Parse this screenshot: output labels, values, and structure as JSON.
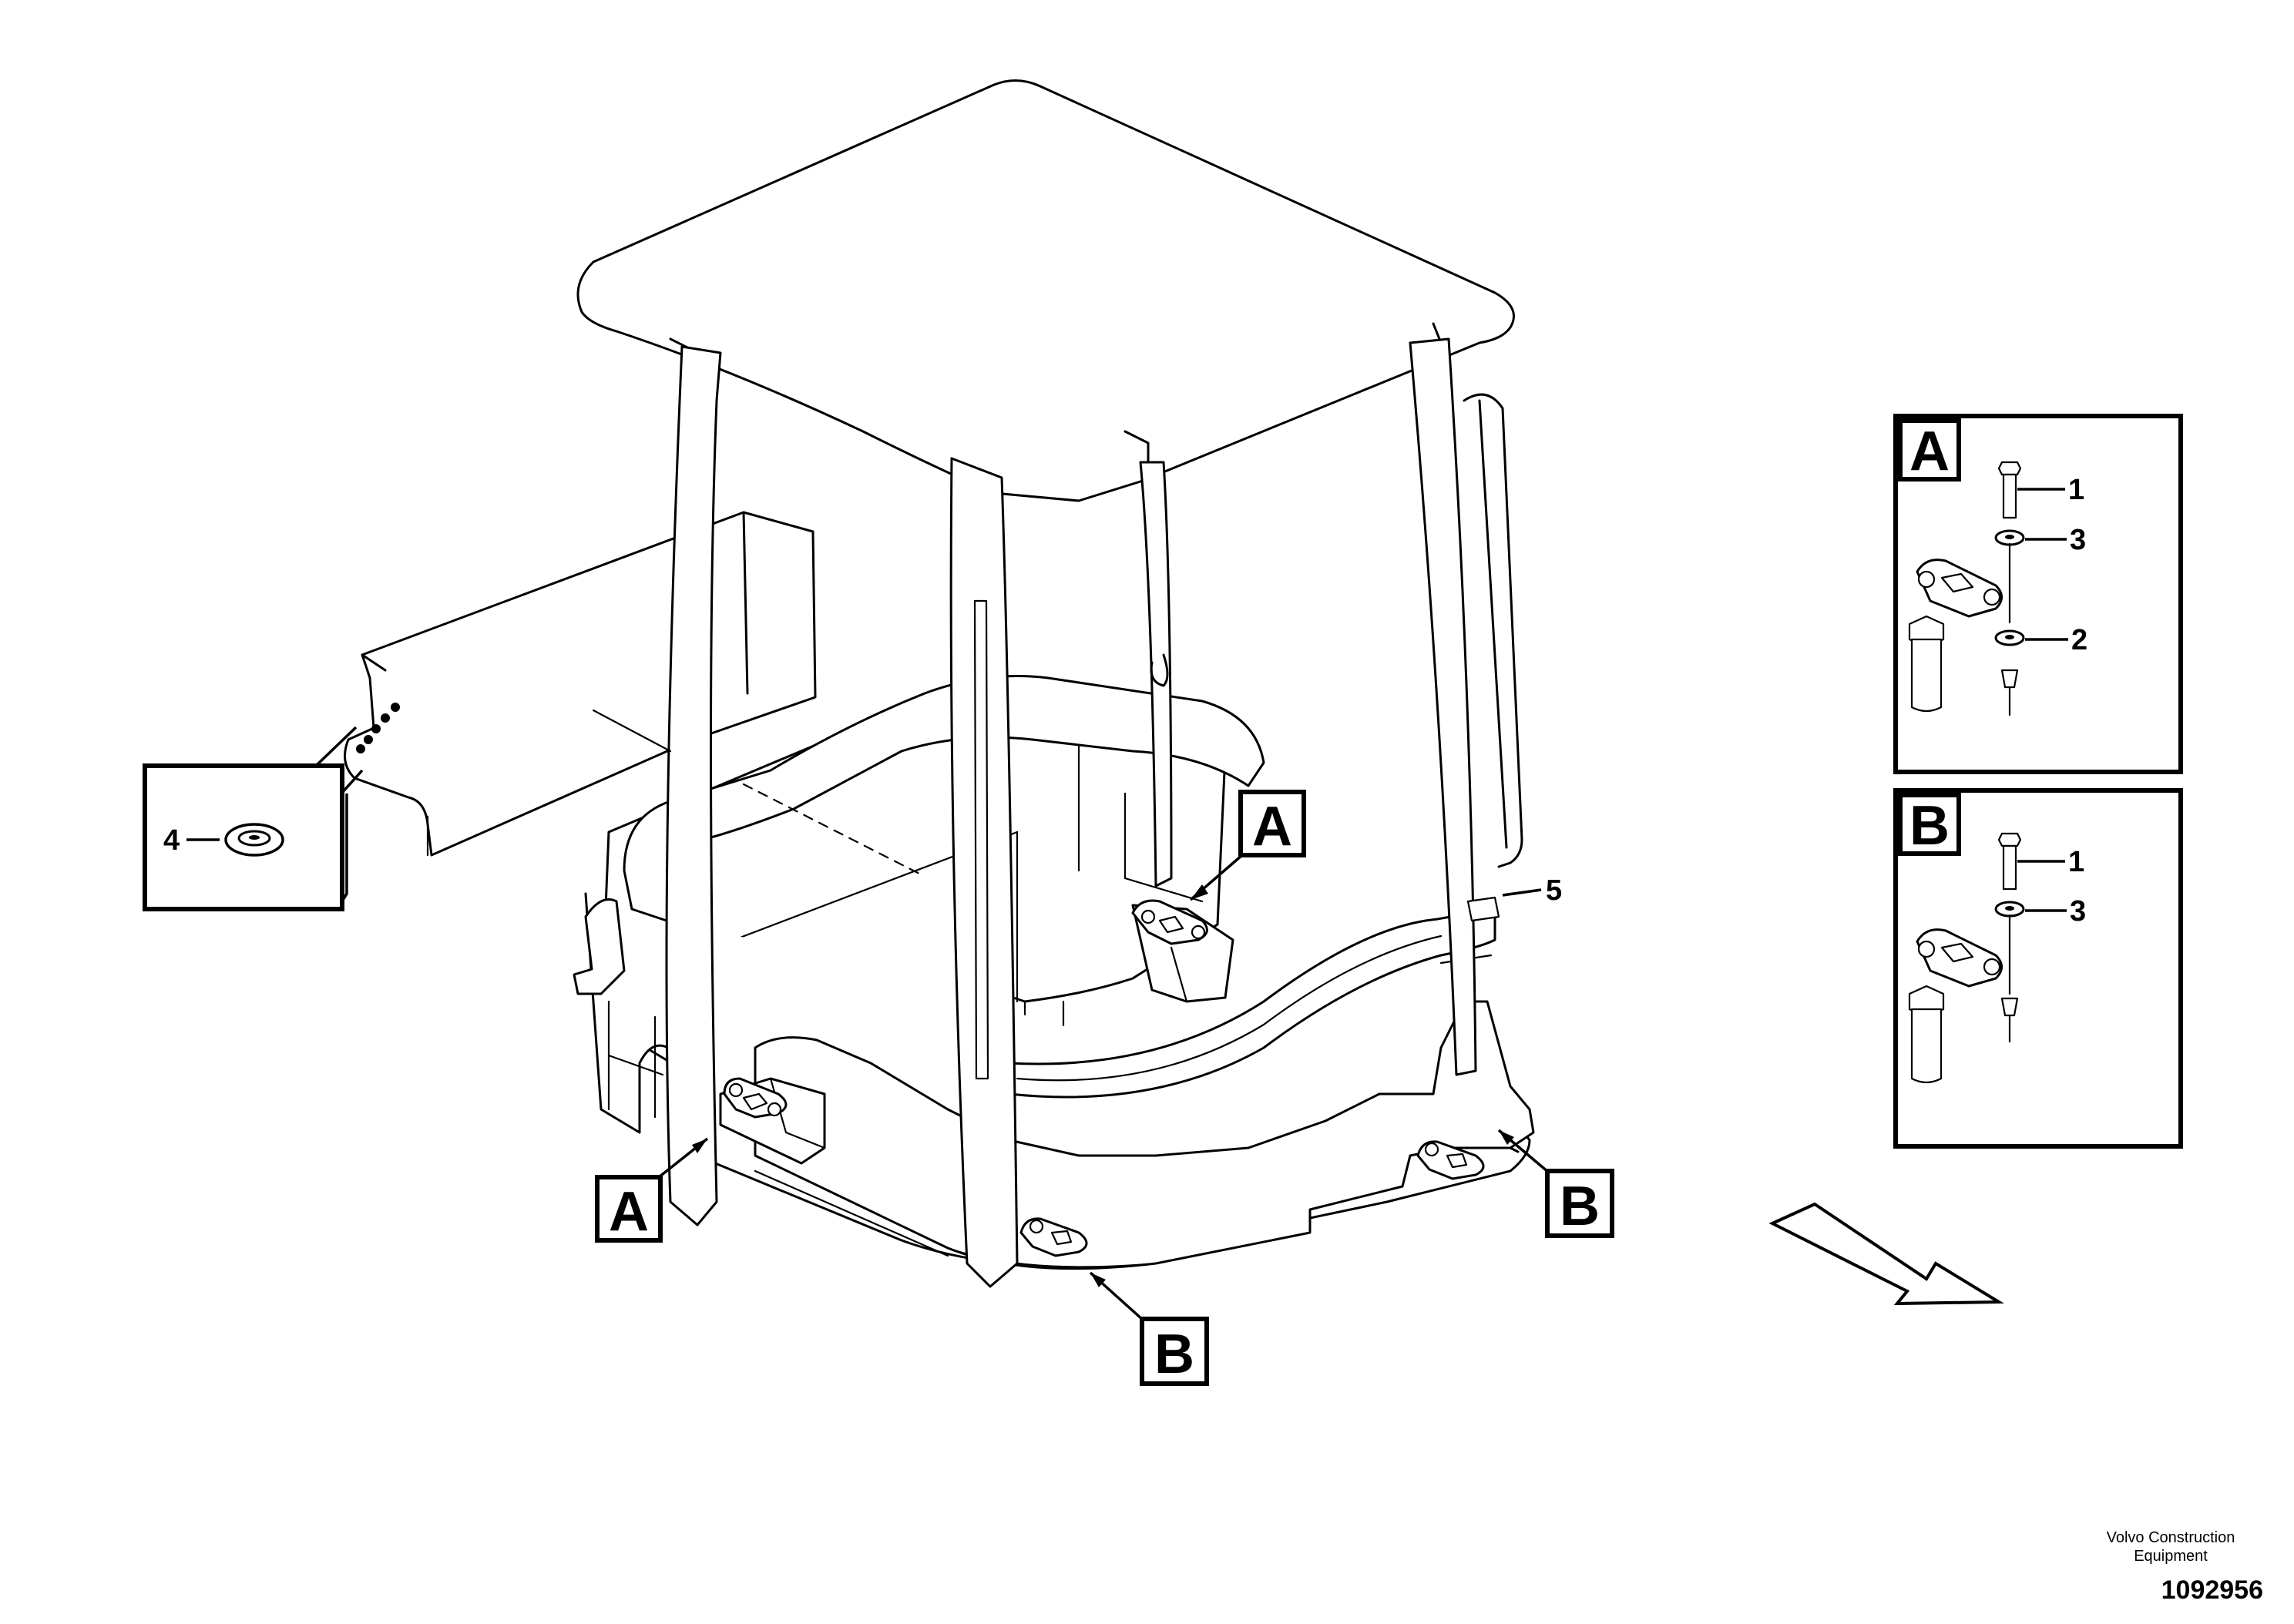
{
  "callouts": {
    "main_A_left": "A",
    "main_A_right": "A",
    "main_B_right": "B",
    "main_B_bottom": "B",
    "part_4": "4",
    "part_5": "5"
  },
  "detail_A": {
    "title": "A",
    "labels": [
      "1",
      "3",
      "2"
    ]
  },
  "detail_B": {
    "title": "B",
    "labels": [
      "1",
      "3"
    ]
  },
  "footer": {
    "brand_line1": "Volvo Construction",
    "brand_line2": "Equipment",
    "drawing_number": "1092956"
  }
}
